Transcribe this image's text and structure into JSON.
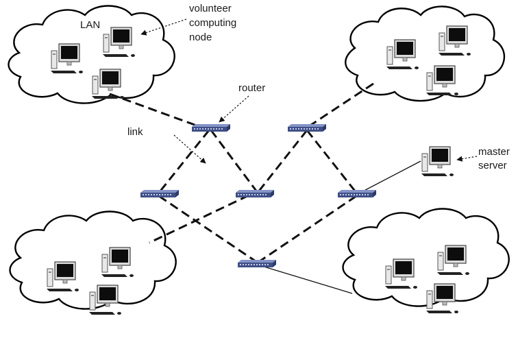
{
  "labels": {
    "lan": "LAN",
    "volunteer_node": [
      "volunteer",
      "computing",
      "node"
    ],
    "router": "router",
    "link": "link",
    "master_server": [
      "master",
      "server"
    ]
  },
  "colors": {
    "router_body": "#3f4f86",
    "router_top": "#7c8bc0",
    "link": "#111111",
    "monitor_screen": "#0d0d0d"
  },
  "icons": {
    "cloud": "cloud-icon",
    "computer": "computer-icon",
    "router": "router-icon"
  }
}
